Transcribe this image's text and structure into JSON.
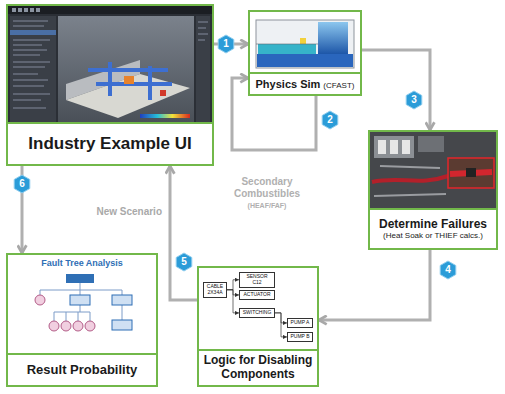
{
  "diagram": {
    "nodes": [
      {
        "text": [
          "Industry Example UI"
        ]
      },
      {
        "text": [
          "Physics Sim",
          "(CFAST)"
        ]
      },
      {
        "text": [
          "Determine Failures",
          "(Heat Soak or THIEF calcs.)"
        ]
      },
      {
        "text": [
          "Fault Tree Analysis",
          "Result Probability"
        ]
      },
      {
        "text": [
          "Logic for Disabling Components"
        ]
      },
      {
        "text": [
          "CABLE 2X34A"
        ],
        "in": 4
      },
      {
        "text": [
          "SENSOR C12"
        ],
        "in": 4
      },
      {
        "text": [
          "ACTUATOR"
        ],
        "in": 4
      },
      {
        "text": [
          "SWITCHING"
        ],
        "in": 4
      },
      {
        "text": [
          "PUMP A"
        ],
        "in": 4
      },
      {
        "text": [
          "PUMP B"
        ],
        "in": 4
      }
    ],
    "edges": [
      {
        "from": 0,
        "to": 1,
        "arrow": "to"
      },
      {
        "from": 1,
        "to": 1,
        "arrow": "to"
      },
      {
        "from": 1,
        "to": 2,
        "arrow": "to"
      },
      {
        "from": 2,
        "to": 4,
        "arrow": "to"
      },
      {
        "from": 4,
        "to": 0,
        "arrow": "to",
        "label": "New Scenario"
      },
      {
        "from": 0,
        "to": 3,
        "arrow": "to"
      },
      {
        "from": 5,
        "to": 6,
        "arrow": "to"
      },
      {
        "from": 5,
        "to": 7,
        "arrow": "to"
      },
      {
        "from": 5,
        "to": 8,
        "arrow": "to"
      },
      {
        "from": 8,
        "to": 9,
        "arrow": "to"
      },
      {
        "from": 8,
        "to": 10,
        "arrow": "to"
      }
    ],
    "labels": [
      "1",
      "2",
      "3",
      "4",
      "5",
      "6",
      "Secondary Combustibles",
      "(HEAF/FAF)"
    ]
  }
}
